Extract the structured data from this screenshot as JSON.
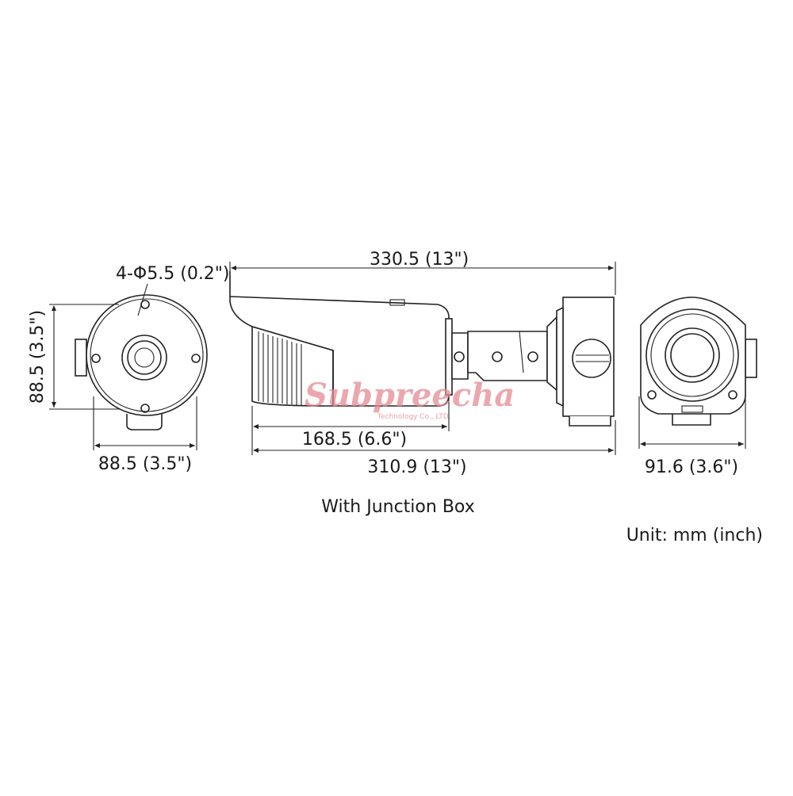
{
  "dimensions": {
    "hole_spec": "4-Φ5.5 (0.2\")",
    "total_length_top": "330.5 (13\")",
    "base_height_left": "88.5 (3.5\")",
    "base_width_left": "88.5 (3.5\")",
    "body_length": "168.5 (6.6\")",
    "total_length_bottom": "310.9 (13\")",
    "front_width": "91.6 (3.6\")"
  },
  "caption": "With Junction Box",
  "unit_note": "Unit: mm (inch)",
  "watermark": {
    "brand": "Subpreecha",
    "company": "Technology Co., LTD."
  },
  "colors": {
    "line": "#222222",
    "watermark": "#e58a92"
  }
}
